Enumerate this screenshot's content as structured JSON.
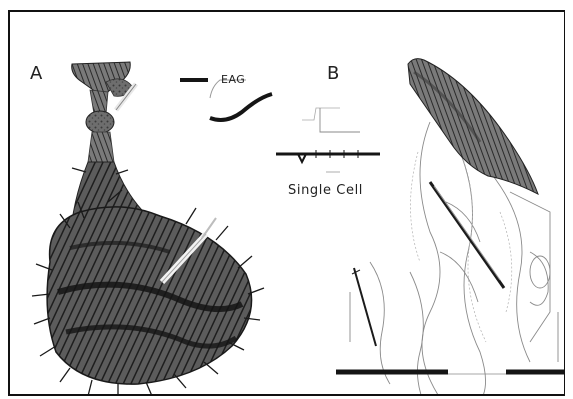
{
  "figure": {
    "panels": [
      {
        "id": "A",
        "label": "A"
      },
      {
        "id": "B",
        "label": "B"
      }
    ],
    "recordings": {
      "eag_label": "EAG",
      "single_cell_label": "Single Cell"
    }
  },
  "colors": {
    "background": "#ffffff",
    "border": "#111111",
    "tissue_dark": "#2a2a2a",
    "tissue_mid": "#6a6a6a",
    "outline": "#8a8a8a",
    "trace": "#151515"
  }
}
